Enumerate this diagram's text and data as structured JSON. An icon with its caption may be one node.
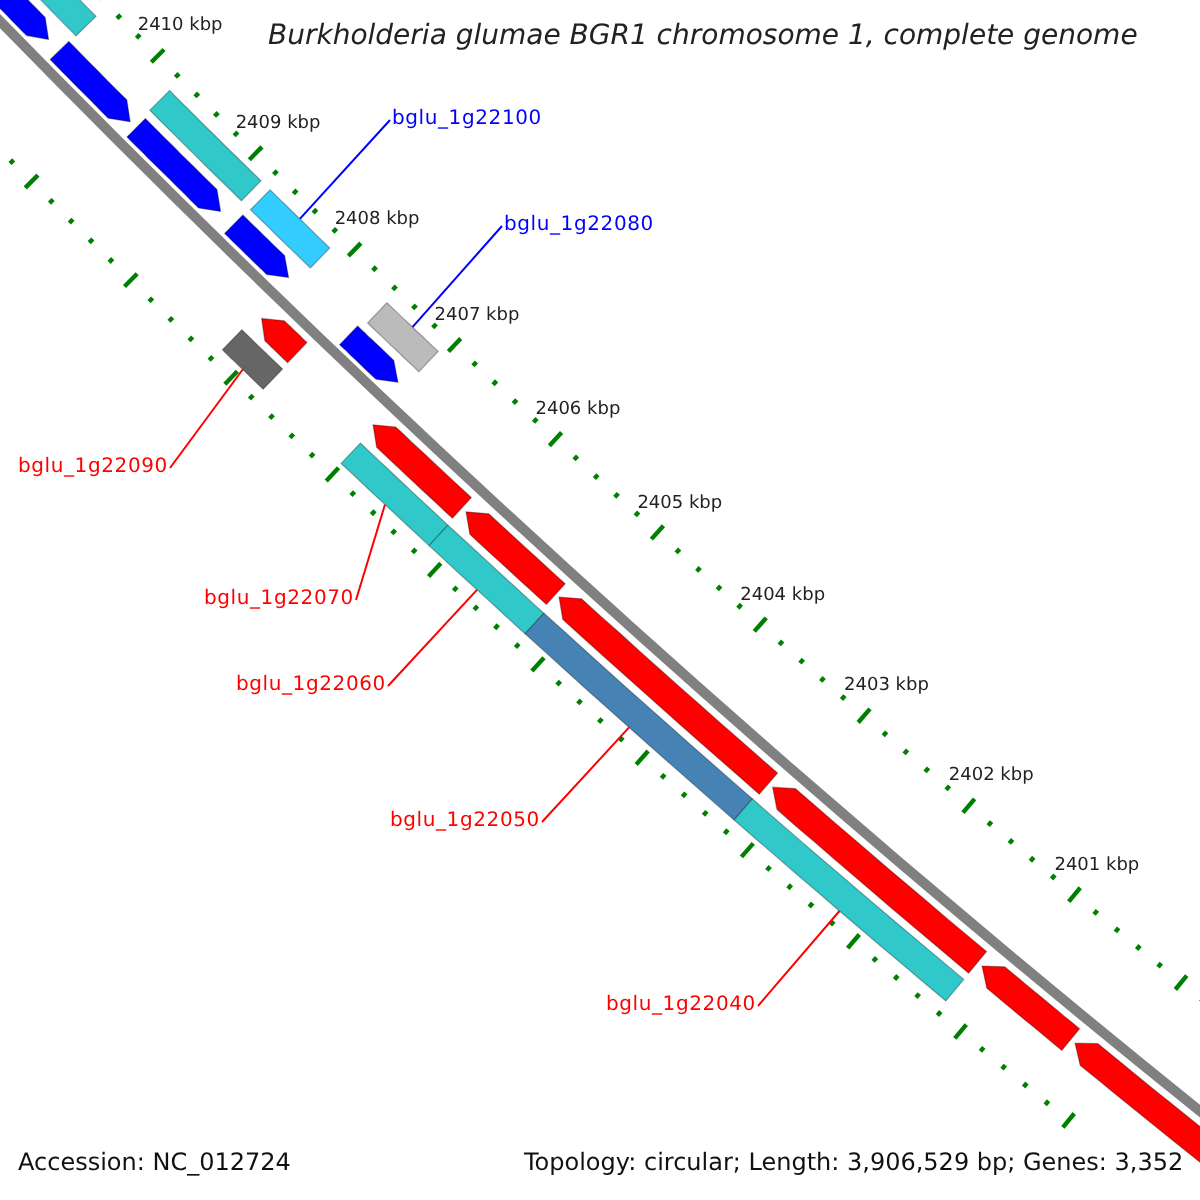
{
  "diagram": {
    "title": "Burkholderia glumae BGR1 chromosome 1, complete genome",
    "nodes": [
      {
        "text": [
          "bglu_1g22100"
        ]
      },
      {
        "text": [],
        "shape": "bar"
      },
      {
        "text": [
          "bglu_1g22080"
        ]
      },
      {
        "text": [],
        "shape": "bar"
      },
      {
        "text": [
          "bglu_1g22090"
        ]
      },
      {
        "text": [],
        "shape": "bar"
      },
      {
        "text": [
          "bglu_1g22070"
        ]
      },
      {
        "text": [],
        "shape": "bar"
      },
      {
        "text": [
          "bglu_1g22060"
        ]
      },
      {
        "text": [],
        "shape": "bar"
      },
      {
        "text": [
          "bglu_1g22050"
        ]
      },
      {
        "text": [],
        "shape": "bar"
      },
      {
        "text": [
          "bglu_1g22040"
        ]
      },
      {
        "text": [],
        "shape": "bar"
      },
      {
        "text": [],
        "shape": "bar"
      },
      {
        "text": [],
        "shape": "bar"
      },
      {
        "text": [],
        "shape": "bar"
      },
      {
        "text": [],
        "shape": "bar"
      },
      {
        "text": [],
        "shape": "bar"
      },
      {
        "text": [],
        "shape": "bar"
      },
      {
        "text": [],
        "shape": "bar"
      },
      {
        "text": [],
        "shape": "bar"
      },
      {
        "text": [],
        "shape": "bar"
      },
      {
        "text": [],
        "shape": "bar"
      },
      {
        "text": [],
        "shape": "bar"
      },
      {
        "text": [],
        "shape": "bar"
      },
      {
        "text": [],
        "shape": "bar"
      },
      {
        "text": [],
        "shape": "bar"
      }
    ],
    "edges": [
      {
        "from": 0,
        "to": 1,
        "arrow": "none",
        "color": "#0000ff"
      },
      {
        "from": 2,
        "to": 3,
        "arrow": "none",
        "color": "#0000ff"
      },
      {
        "from": 4,
        "to": 5,
        "arrow": "none"
      },
      {
        "from": 6,
        "to": 7,
        "arrow": "none"
      },
      {
        "from": 8,
        "to": 9,
        "arrow": "none"
      },
      {
        "from": 10,
        "to": 11,
        "arrow": "none"
      },
      {
        "from": 12,
        "to": 13,
        "arrow": "none"
      }
    ],
    "labels": [
      "2410 kbp",
      "2409 kbp",
      "2408 kbp",
      "2407 kbp",
      "2406 kbp",
      "2405 kbp",
      "2404 kbp",
      "2403 kbp",
      "2402 kbp",
      "2401 kbp",
      "Accession: NC_012724",
      "Topology: circular; Length: 3,906,529 bp; Genes: 3,352"
    ]
  }
}
